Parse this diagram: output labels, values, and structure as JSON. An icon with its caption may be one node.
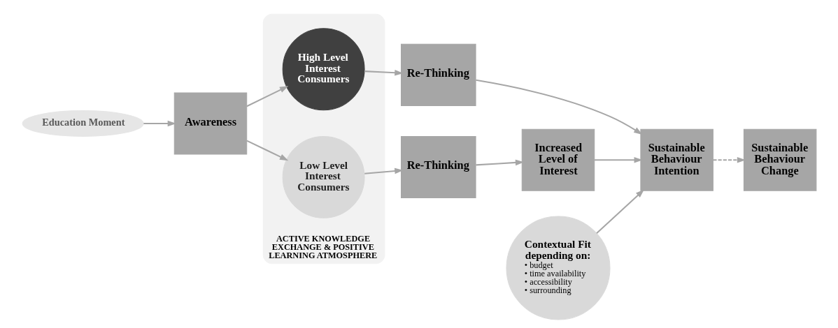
{
  "diagram": {
    "nodes": [
      {
        "text": [
          "Education Moment"
        ]
      },
      {
        "text": [
          "Awareness"
        ]
      },
      {
        "text": [
          "ACTIVE KNOWLEDGE EXCHANGE & POSITIVE LEARNING ATMOSPHERE"
        ]
      },
      {
        "text": [
          "High Level Interest Consumers"
        ],
        "in": 2
      },
      {
        "text": [
          "Low Level Interest Consumers"
        ],
        "in": 2
      },
      {
        "text": [
          "Re-Thinking"
        ]
      },
      {
        "text": [
          "Re-Thinking"
        ]
      },
      {
        "text": [
          "Sustainable Behaviour Intention"
        ]
      },
      {
        "text": [
          "Sustainable Behaviour Change"
        ]
      },
      {
        "text": [
          "Increased Level of Interest"
        ]
      },
      {
        "text": [
          "Contextual Fit depending on:",
          "• budget",
          "• time availability",
          "• accessibility",
          "• surrounding"
        ]
      }
    ],
    "edges": [
      {
        "from": 0,
        "to": 1,
        "arrow": "to"
      },
      {
        "from": 1,
        "to": 3,
        "arrow": "to"
      },
      {
        "from": 1,
        "to": 4,
        "arrow": "to"
      },
      {
        "from": 3,
        "to": 5,
        "arrow": "to"
      },
      {
        "from": 4,
        "to": 6,
        "arrow": "to"
      },
      {
        "from": 5,
        "to": 7,
        "arrow": "to"
      },
      {
        "from": 6,
        "to": 9,
        "arrow": "to"
      },
      {
        "from": 9,
        "to": 7,
        "arrow": "to"
      },
      {
        "from": 7,
        "to": 8,
        "arrow": "to",
        "style": "dashed"
      },
      {
        "from": 10,
        "to": 7,
        "arrow": "to"
      }
    ]
  }
}
